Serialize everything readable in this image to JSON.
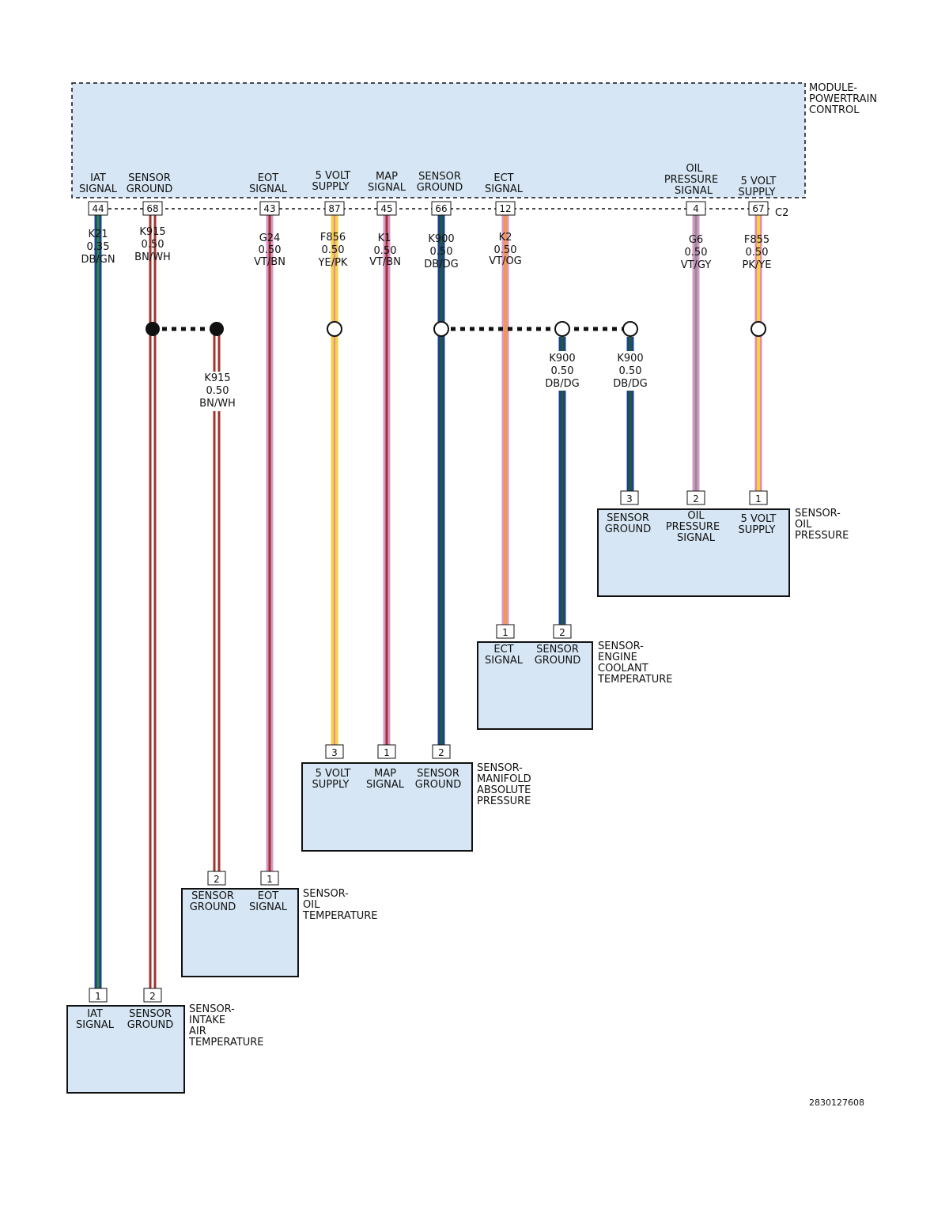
{
  "pcm": {
    "name_lines": [
      "MODULE-",
      "POWERTRAIN",
      "CONTROL"
    ],
    "connector": "C2",
    "fill": "#d6e6f4"
  },
  "pcm_pins": [
    {
      "id": "p44",
      "pin": "44",
      "label": [
        "IAT",
        "SIGNAL"
      ],
      "circuit": "K21",
      "gauge": "0.35",
      "color": "DB/GN"
    },
    {
      "id": "p68",
      "pin": "68",
      "label": [
        "SENSOR",
        "GROUND"
      ],
      "circuit": "K915",
      "gauge": "0.50",
      "color": "BN/WH"
    },
    {
      "id": "p43",
      "pin": "43",
      "label": [
        "EOT",
        "SIGNAL"
      ],
      "circuit": "G24",
      "gauge": "0.50",
      "color": "VT/BN"
    },
    {
      "id": "p87",
      "pin": "87",
      "label": [
        "5 VOLT",
        "SUPPLY"
      ],
      "circuit": "F856",
      "gauge": "0.50",
      "color": "YE/PK"
    },
    {
      "id": "p45",
      "pin": "45",
      "label": [
        "MAP",
        "SIGNAL"
      ],
      "circuit": "K1",
      "gauge": "0.50",
      "color": "VT/BN"
    },
    {
      "id": "p66",
      "pin": "66",
      "label": [
        "SENSOR",
        "GROUND"
      ],
      "circuit": "K900",
      "gauge": "0.50",
      "color": "DB/DG"
    },
    {
      "id": "p12",
      "pin": "12",
      "label": [
        "ECT",
        "SIGNAL"
      ],
      "circuit": "K2",
      "gauge": "0.50",
      "color": "VT/OG"
    },
    {
      "id": "p4",
      "pin": "4",
      "label": [
        "OIL",
        "PRESSURE",
        "SIGNAL"
      ],
      "circuit": "G6",
      "gauge": "0.50",
      "color": "VT/GY"
    },
    {
      "id": "p67",
      "pin": "67",
      "label": [
        "5 VOLT",
        "SUPPLY"
      ],
      "circuit": "F855",
      "gauge": "0.50",
      "color": "PK/YE"
    }
  ],
  "branch_wires": [
    {
      "id": "b1",
      "circuit": "K915",
      "gauge": "0.50",
      "color": "BN/WH"
    },
    {
      "id": "b2",
      "circuit": "K900",
      "gauge": "0.50",
      "color": "DB/DG"
    },
    {
      "id": "b3",
      "circuit": "K900",
      "gauge": "0.50",
      "color": "DB/DG"
    }
  ],
  "sensors": [
    {
      "id": "oilp",
      "name_lines": [
        "SENSOR-",
        "OIL",
        "PRESSURE"
      ],
      "pins": [
        {
          "pin": "3",
          "label": [
            "SENSOR",
            "GROUND"
          ]
        },
        {
          "pin": "2",
          "label": [
            "OIL",
            "PRESSURE",
            "SIGNAL"
          ]
        },
        {
          "pin": "1",
          "label": [
            "5 VOLT",
            "SUPPLY"
          ]
        }
      ]
    },
    {
      "id": "ect",
      "name_lines": [
        "SENSOR-",
        "ENGINE",
        "COOLANT",
        "TEMPERATURE"
      ],
      "pins": [
        {
          "pin": "1",
          "label": [
            "ECT",
            "SIGNAL"
          ]
        },
        {
          "pin": "2",
          "label": [
            "SENSOR",
            "GROUND"
          ]
        }
      ]
    },
    {
      "id": "map",
      "name_lines": [
        "SENSOR-",
        "MANIFOLD",
        "ABSOLUTE",
        "PRESSURE"
      ],
      "pins": [
        {
          "pin": "3",
          "label": [
            "5 VOLT",
            "SUPPLY"
          ]
        },
        {
          "pin": "1",
          "label": [
            "MAP",
            "SIGNAL"
          ]
        },
        {
          "pin": "2",
          "label": [
            "SENSOR",
            "GROUND"
          ]
        }
      ]
    },
    {
      "id": "oilt",
      "name_lines": [
        "SENSOR-",
        "OIL",
        "TEMPERATURE"
      ],
      "pins": [
        {
          "pin": "2",
          "label": [
            "SENSOR",
            "GROUND"
          ]
        },
        {
          "pin": "1",
          "label": [
            "EOT",
            "SIGNAL"
          ]
        }
      ]
    },
    {
      "id": "iat",
      "name_lines": [
        "SENSOR-",
        "INTAKE",
        "AIR",
        "TEMPERATURE"
      ],
      "pins": [
        {
          "pin": "1",
          "label": [
            "IAT",
            "SIGNAL"
          ]
        },
        {
          "pin": "2",
          "label": [
            "SENSOR",
            "GROUND"
          ]
        }
      ]
    }
  ],
  "wire_colors": {
    "DB": "#1f3f8f",
    "GN": "#2e8b3a",
    "DG": "#1f5f2f",
    "BN": "#a0352f",
    "WH": "#ffffff",
    "VT": "#c47ab8",
    "YE": "#f6d23c",
    "PK": "#e08ab4",
    "OG": "#f39a46",
    "GY": "#8f8f8f"
  },
  "reference_number": "2830127608"
}
